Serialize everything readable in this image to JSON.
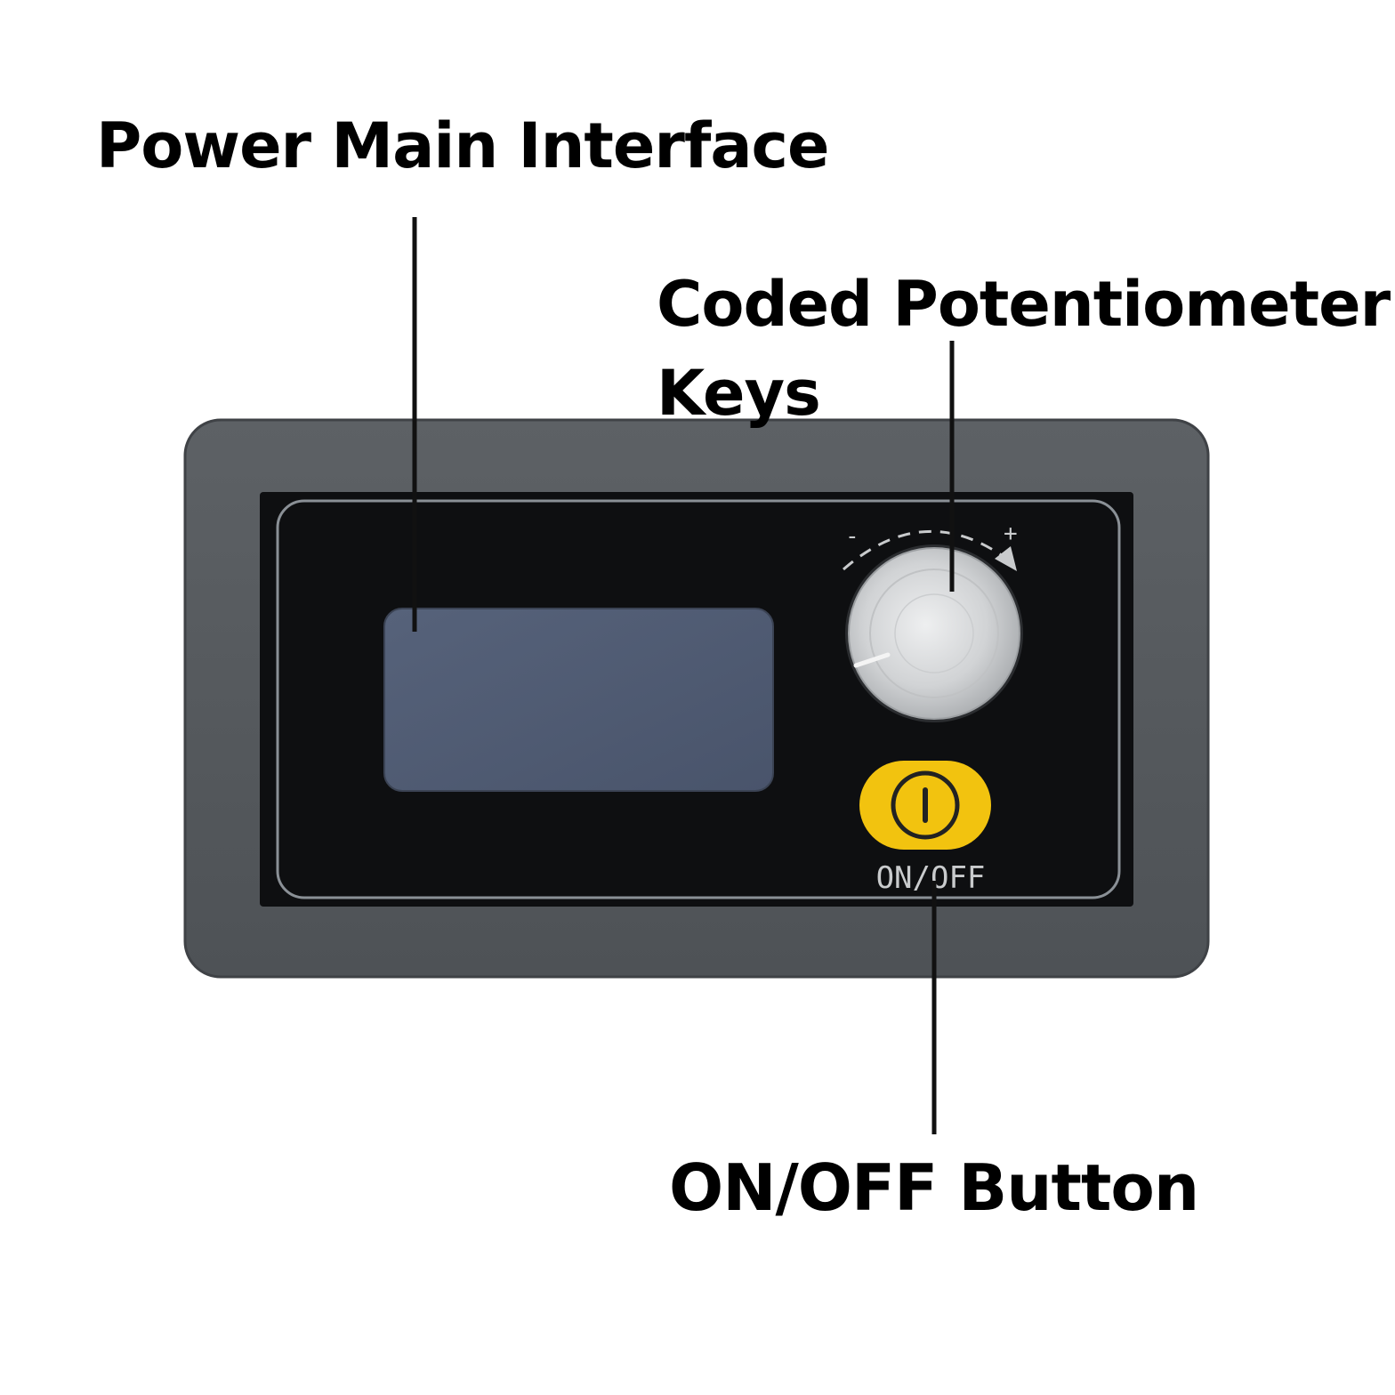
{
  "labels": {
    "power_main_interface": "Power Main Interface",
    "coded_potentiometer_line1": "Coded Potentiometer",
    "coded_potentiometer_line2": "Keys",
    "onoff_button": "ON/OFF Button"
  },
  "panel": {
    "button_caption": "ON/OFF",
    "knob_minus": "-",
    "knob_plus": "+"
  },
  "colors": {
    "bezel": "#55595d",
    "faceplate": "#0e0f11",
    "screen": "#4f5a72",
    "button": "#f2c30f",
    "knob": "#d6d8da",
    "leader_line": "#111111"
  },
  "icons": {
    "power_button": "power-icon",
    "knob_direction": "curved-arrow-icon"
  }
}
